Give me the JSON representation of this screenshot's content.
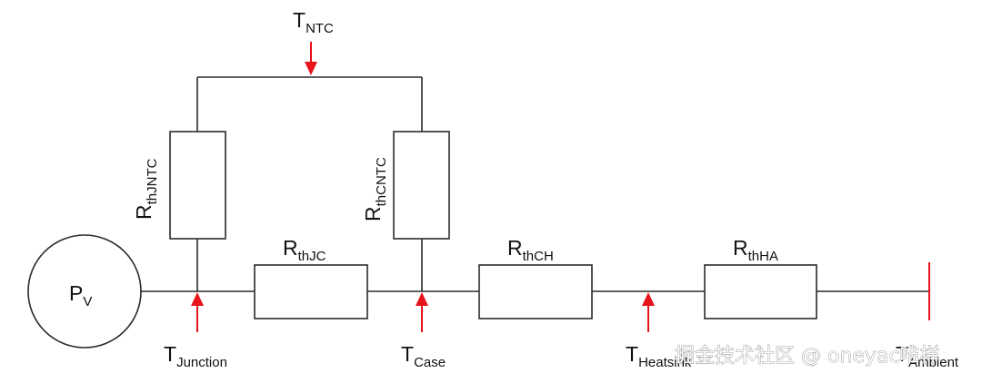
{
  "diagram": {
    "source": {
      "main": "P",
      "sub": "V"
    },
    "resistors": {
      "r_thjntc": {
        "main": "R",
        "sub": "thJNTC"
      },
      "r_thcntc": {
        "main": "R",
        "sub": "thCNTC"
      },
      "r_thjc": {
        "main": "R",
        "sub": "thJC"
      },
      "r_thch": {
        "main": "R",
        "sub": "thCH"
      },
      "r_thha": {
        "main": "R",
        "sub": "thHA"
      }
    },
    "temperatures": {
      "t_ntc": {
        "main": "T",
        "sub": "NTC"
      },
      "t_junction": {
        "main": "T",
        "sub": "Junction"
      },
      "t_case": {
        "main": "T",
        "sub": "Case"
      },
      "t_heatsink": {
        "main": "T",
        "sub": "Heatsink"
      },
      "t_ambient": {
        "main": "T",
        "sub": "Ambient"
      }
    },
    "colors": {
      "line": "#2b2b2b",
      "arrow": "#e8141c"
    }
  },
  "watermark": {
    "text": "掘金技术社区 @ oneyac唯样"
  }
}
